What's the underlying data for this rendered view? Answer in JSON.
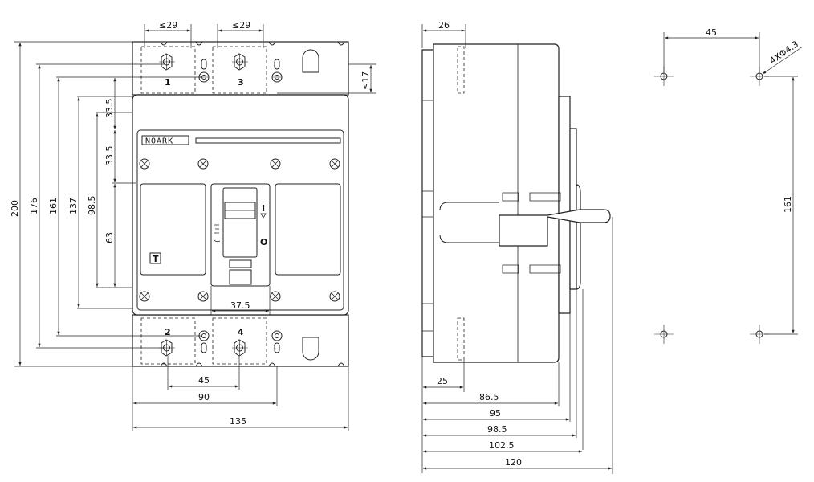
{
  "front_view": {
    "brand": "NOARK",
    "terminal_labels": [
      "1",
      "3",
      "2",
      "4"
    ],
    "symbols": {
      "on": "I",
      "off": "O",
      "test": "T"
    },
    "dimensions": {
      "top_left_width": "≤29",
      "top_mid_width": "≤29",
      "top_right_height": "≤17",
      "h200": "200",
      "h176": "176",
      "h161": "161",
      "h137": "137",
      "h98_5": "98.5",
      "h63": "63",
      "h33_5_upper": "33.5",
      "h33_5_lower": "33.5",
      "w37_5": "37.5",
      "w45": "45",
      "w90": "90",
      "w135": "135"
    }
  },
  "side_view": {
    "dimensions": {
      "top_26": "26",
      "bottom_25": "25",
      "d86_5": "86.5",
      "d95": "95",
      "d98_5": "98.5",
      "d102_5": "102.5",
      "d120": "120"
    }
  },
  "mounting": {
    "dimensions": {
      "spacing_45": "45",
      "holes": "4XΦ4.3",
      "spacing_161": "161"
    }
  }
}
